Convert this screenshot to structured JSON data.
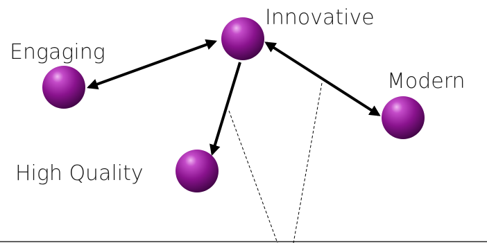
{
  "diagram": {
    "nodes": [
      {
        "id": "innovative",
        "label": "Innovative"
      },
      {
        "id": "engaging",
        "label": "Engaging"
      },
      {
        "id": "modern",
        "label": "Modern"
      },
      {
        "id": "high_quality",
        "label": "High Quality"
      }
    ],
    "edges": [
      {
        "from": "innovative",
        "to": "engaging",
        "direction": "both"
      },
      {
        "from": "innovative",
        "to": "modern",
        "direction": "both"
      },
      {
        "from": "innovative",
        "to": "high_quality",
        "direction": "forward"
      }
    ],
    "colors": {
      "node": "#8a138e",
      "node_highlight": "#e7a6ea",
      "node_shadow": "#4a0650",
      "arrow": "#000000",
      "label": "#1a1a1a"
    }
  }
}
